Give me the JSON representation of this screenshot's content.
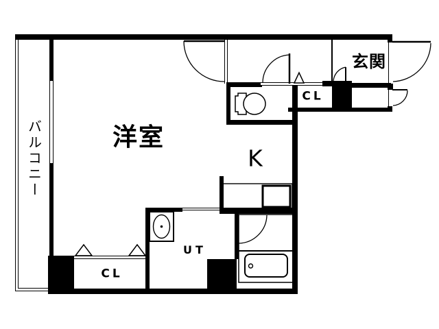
{
  "colors": {
    "line": "#000000",
    "background": "#ffffff"
  },
  "rooms": {
    "balcony": {
      "label": "バルコニー"
    },
    "main_room": {
      "label": "洋室"
    },
    "kitchen": {
      "label": "K"
    },
    "entrance": {
      "label": "玄関"
    },
    "closet_upper": {
      "label": "CL"
    },
    "closet_lower": {
      "label": "CL"
    },
    "utility": {
      "label": "UT"
    }
  }
}
